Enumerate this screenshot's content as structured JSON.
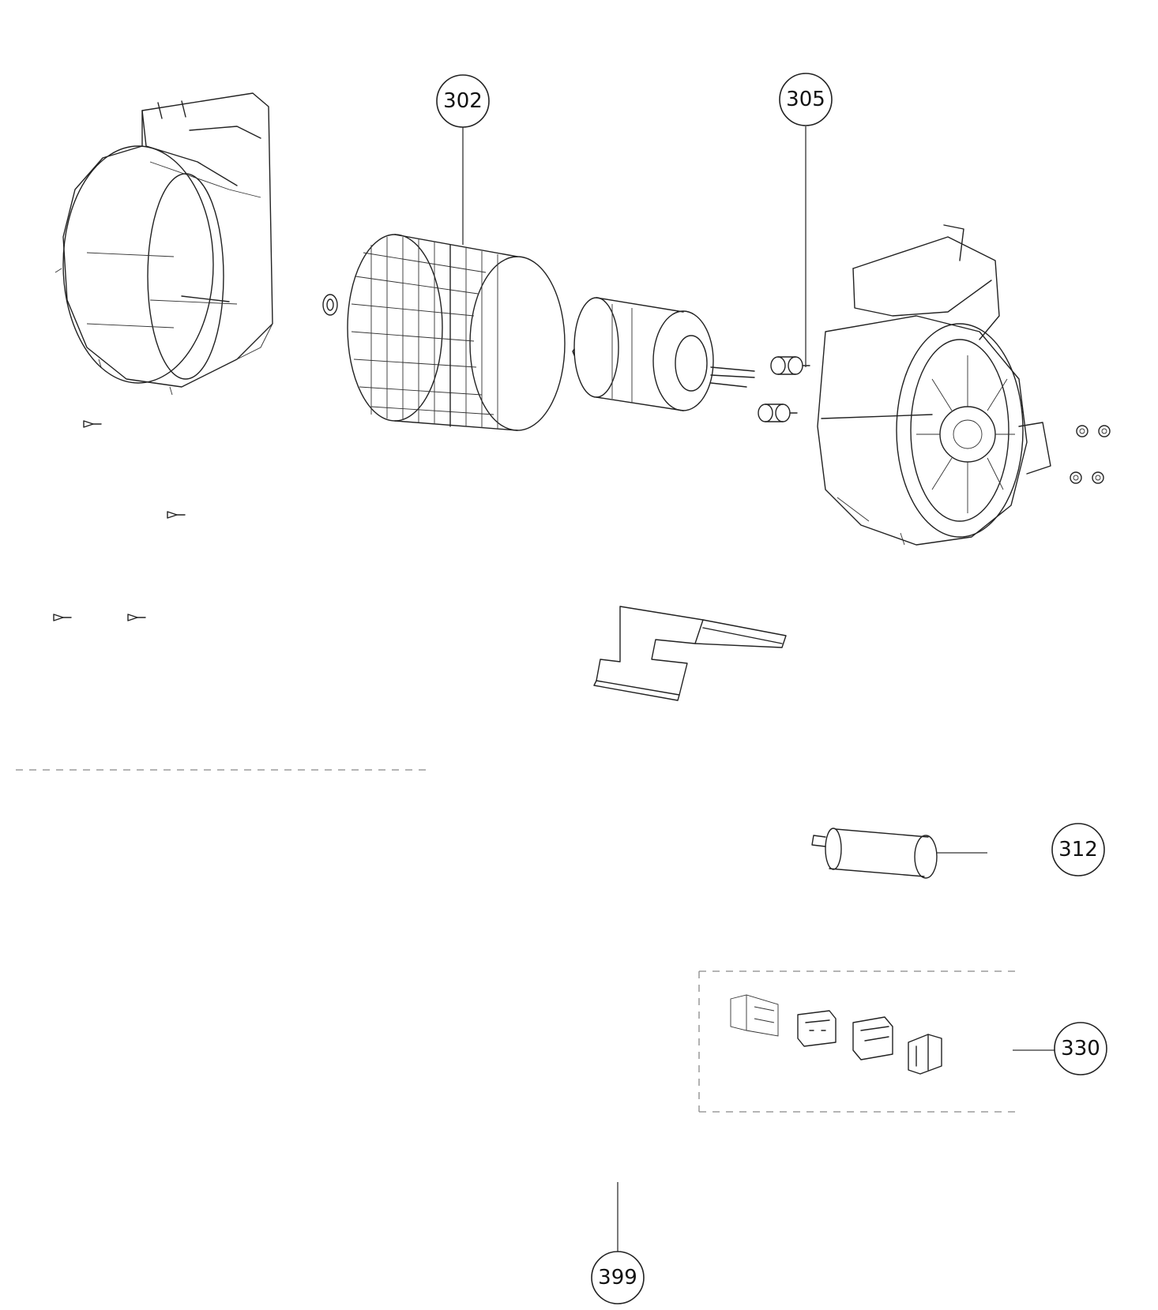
{
  "callouts": {
    "c302": "302",
    "c305": "305",
    "c312": "312",
    "c330": "330",
    "c399": "399"
  }
}
